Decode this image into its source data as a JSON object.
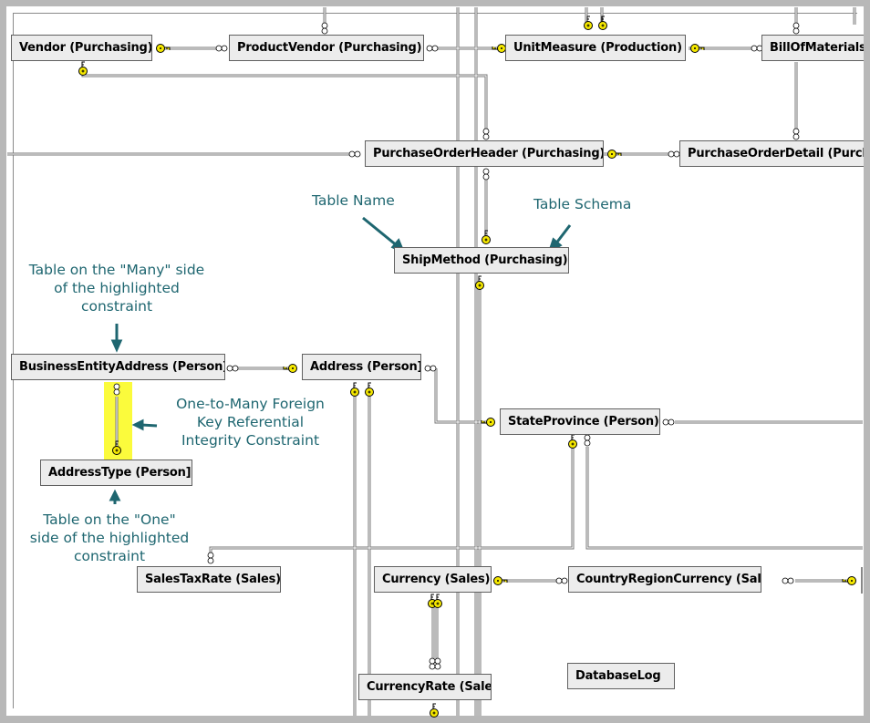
{
  "diagram": {
    "title": "Database Diagram",
    "colors": {
      "annotation": "#1e6670",
      "highlight": "#fbfb3c",
      "key": "#f5e800",
      "table_fill": "#ececec",
      "line": "#707070"
    },
    "tables": [
      {
        "id": "vendor",
        "name": "Vendor",
        "schema": "Purchasing",
        "label": "Vendor (Purchasing)"
      },
      {
        "id": "productvendor",
        "name": "ProductVendor",
        "schema": "Purchasing",
        "label": "ProductVendor (Purchasing)"
      },
      {
        "id": "unitmeasure",
        "name": "UnitMeasure",
        "schema": "Production",
        "label": "UnitMeasure (Production)"
      },
      {
        "id": "billofmaterials",
        "name": "BillOfMaterials",
        "schema": "",
        "label": "BillOfMaterials"
      },
      {
        "id": "purchaseorderheader",
        "name": "PurchaseOrderHeader",
        "schema": "Purchasing",
        "label": "PurchaseOrderHeader (Purchasing)"
      },
      {
        "id": "purchaseorderdetail",
        "name": "PurchaseOrderDetail",
        "schema": "Purch",
        "label": "PurchaseOrderDetail (Purch"
      },
      {
        "id": "shipmethod",
        "name": "ShipMethod",
        "schema": "Purchasing",
        "label": "ShipMethod (Purchasing)"
      },
      {
        "id": "businessentityaddress",
        "name": "BusinessEntityAddress",
        "schema": "Person",
        "label": "BusinessEntityAddress (Person]"
      },
      {
        "id": "address",
        "name": "Address",
        "schema": "Person",
        "label": "Address (Person]"
      },
      {
        "id": "stateprovince",
        "name": "StateProvince",
        "schema": "Person",
        "label": "StateProvince (Person)"
      },
      {
        "id": "addresstype",
        "name": "AddressType",
        "schema": "Person",
        "label": "AddressType (Person]"
      },
      {
        "id": "salestaxrate",
        "name": "SalesTaxRate",
        "schema": "Sales",
        "label": "SalesTaxRate (Sales)"
      },
      {
        "id": "currency",
        "name": "Currency",
        "schema": "Sales",
        "label": "Currency (Sales)"
      },
      {
        "id": "countryregioncurrency",
        "name": "CountryRegionCurrency",
        "schema": "Sales",
        "label": "CountryRegionCurrency (Sales)"
      },
      {
        "id": "currencyrate",
        "name": "CurrencyRate",
        "schema": "Sales",
        "label": "CurrencyRate (Sales)"
      },
      {
        "id": "databaselog",
        "name": "DatabaseLog",
        "schema": "",
        "label": "DatabaseLog"
      }
    ],
    "relationships": [
      {
        "one": "vendor",
        "many": "productvendor"
      },
      {
        "one": "vendor",
        "many": "purchaseorderheader"
      },
      {
        "one": "unitmeasure",
        "many": "productvendor"
      },
      {
        "one": "unitmeasure",
        "many": "billofmaterials"
      },
      {
        "one": "purchaseorderheader",
        "many": "purchaseorderdetail"
      },
      {
        "one": "shipmethod",
        "many": "purchaseorderheader"
      },
      {
        "one": "address",
        "many": "businessentityaddress"
      },
      {
        "one": "addresstype",
        "many": "businessentityaddress",
        "highlighted": true
      },
      {
        "one": "stateprovince",
        "many": "address"
      },
      {
        "one": "stateprovince",
        "many": "salestaxrate"
      },
      {
        "one": "currency",
        "many": "countryregioncurrency"
      },
      {
        "one": "currency",
        "many": "currencyrate"
      }
    ],
    "annotations": {
      "table_name": "Table Name",
      "table_schema": "Table Schema",
      "many_side": [
        "Table on the \"Many\" side",
        "of the highlighted",
        "constraint"
      ],
      "constraint": [
        "One-to-Many Foreign",
        "Key Referential",
        "Integrity Constraint"
      ],
      "one_side": [
        "Table on the \"One\"",
        "side of the highlighted",
        "constraint"
      ]
    }
  }
}
